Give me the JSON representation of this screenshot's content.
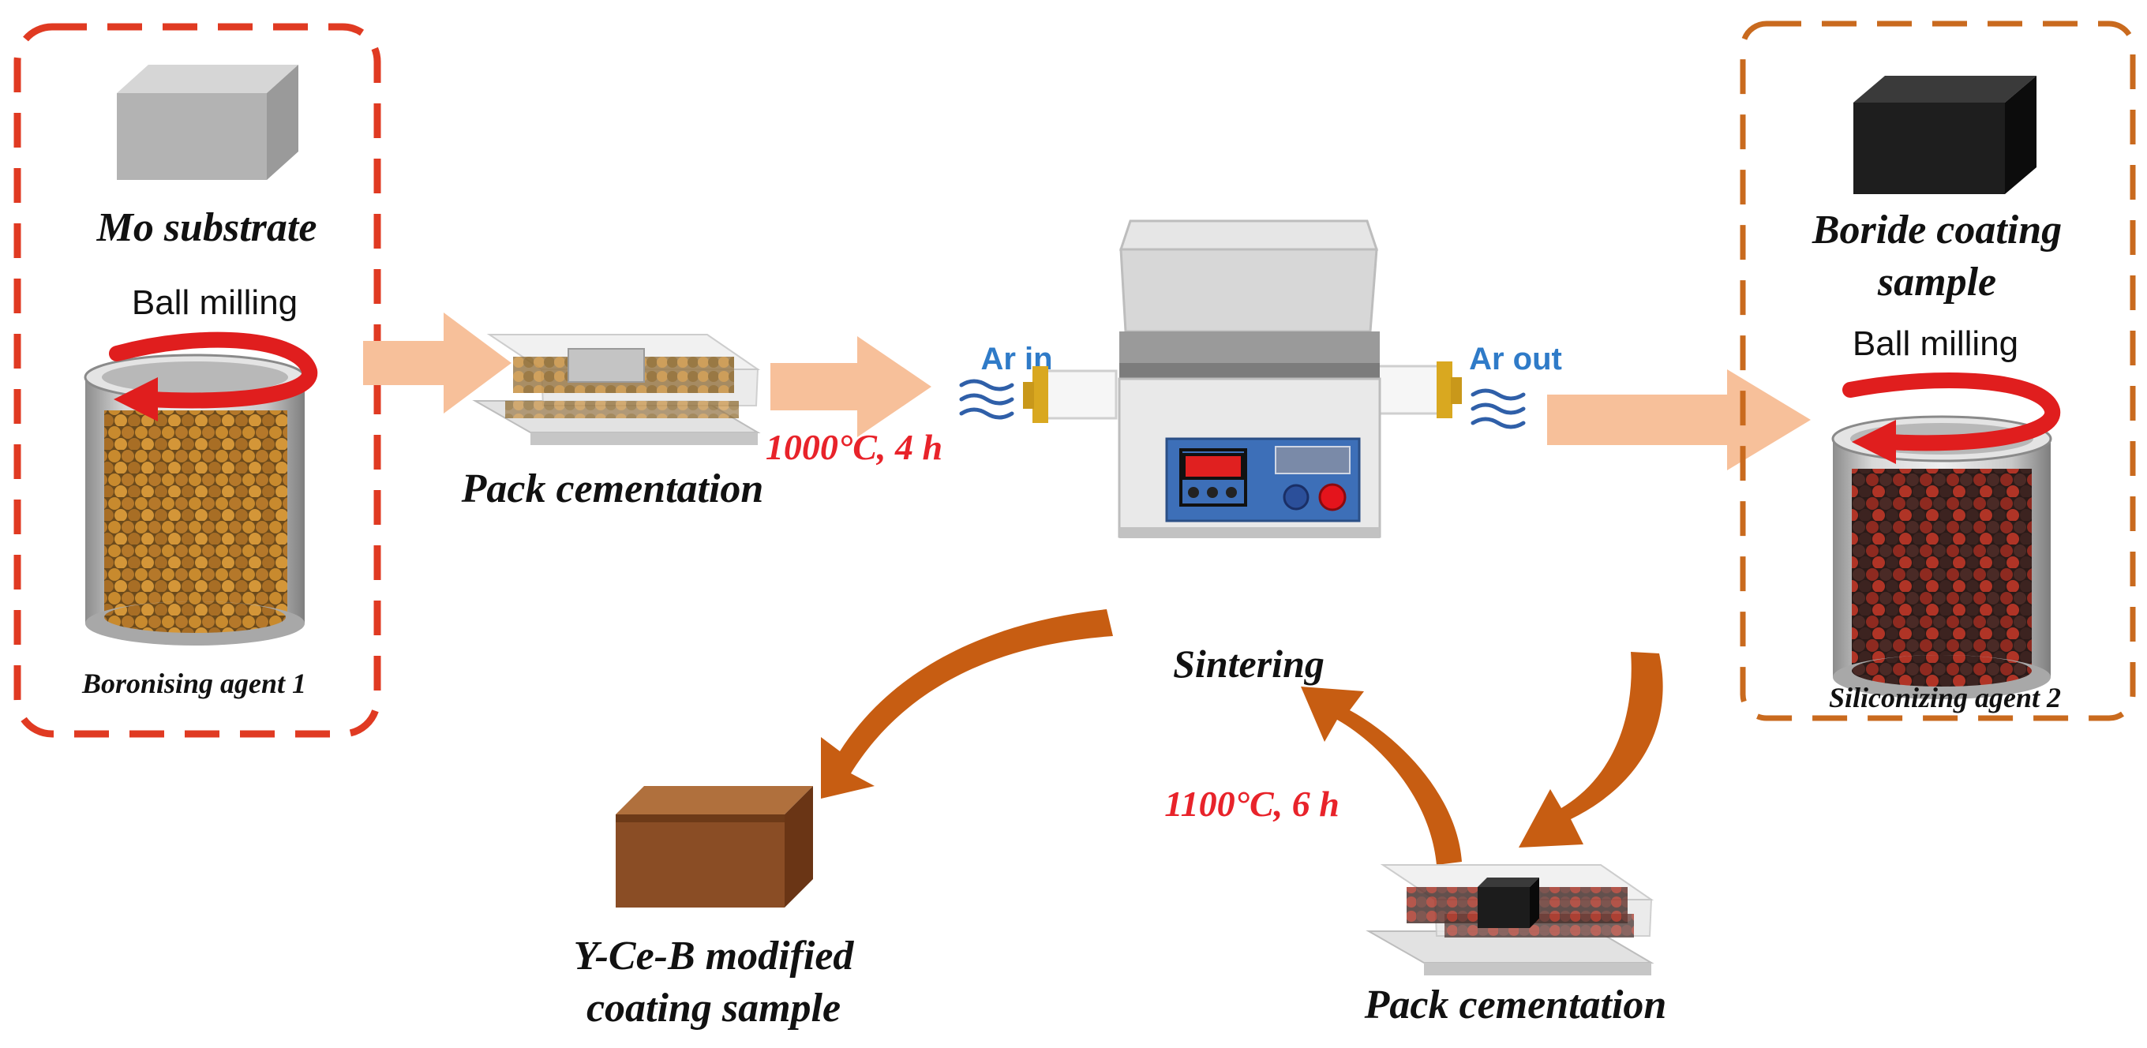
{
  "labels": {
    "mo_substrate": "Mo substrate",
    "ball_milling_1": "Ball milling",
    "boronising_agent": "Boronising agent 1",
    "pack_cementation_1": "Pack cementation",
    "temp_1": "1000°C, 4 h",
    "ar_in": "Ar in",
    "ar_out": "Ar out",
    "boride_coating_line1": "Boride coating",
    "boride_coating_line2": "sample",
    "ball_milling_2": "Ball milling",
    "siliconizing_agent": "Siliconizing agent 2",
    "sintering": "Sintering",
    "temp_2": "1100°C, 6 h",
    "pack_cementation_2": "Pack cementation",
    "final_line1": "Y-Ce-B modified",
    "final_line2": "coating sample"
  },
  "colors": {
    "red_box": "#e03a22",
    "orange_box": "#c96a1e",
    "light_arrow": "#f7c09a",
    "dark_arrow": "#c75d12",
    "temp_text": "#e8232a",
    "ar_text": "#2f7bc8",
    "gray_cube": "#b9b9b9",
    "black_cube": "#1e1e1e",
    "brown_cube": "#8a4d25",
    "furnace_panel": "#3d6fb8"
  }
}
